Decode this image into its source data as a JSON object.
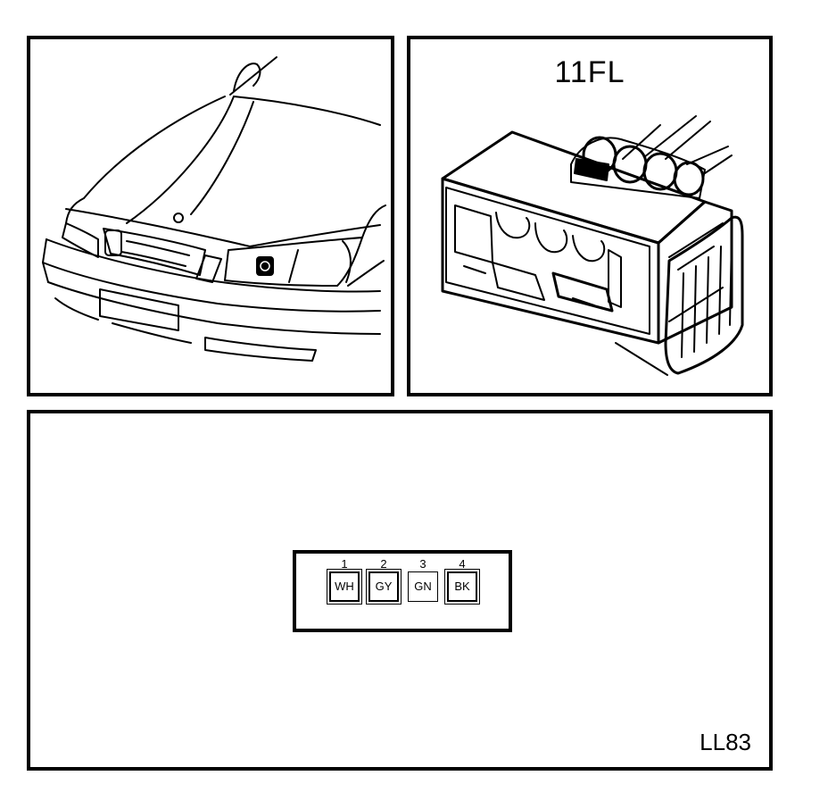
{
  "connector": {
    "name": "11FL",
    "pins": [
      {
        "number": "1",
        "color": "WH"
      },
      {
        "number": "2",
        "color": "GY"
      },
      {
        "number": "3",
        "color": "GN"
      },
      {
        "number": "4",
        "color": "BK"
      }
    ]
  },
  "figure_code": "LL83",
  "icons": [
    "car-front-illustration",
    "connector-illustration"
  ]
}
